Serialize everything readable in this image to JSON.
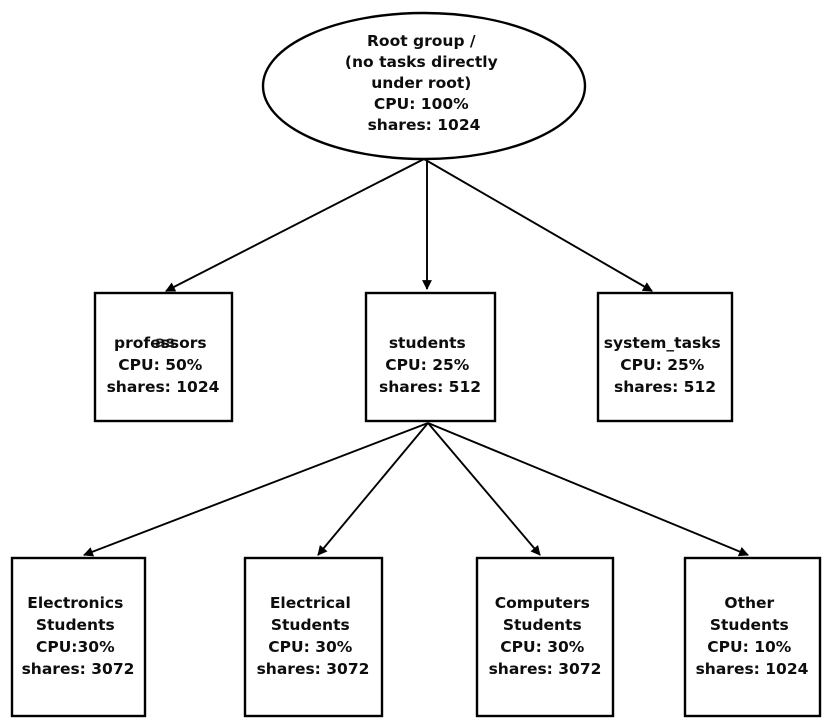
{
  "diagram": {
    "description": "cgroups CPU shares hierarchy tree",
    "colors": {
      "background": "#ffffff",
      "stroke": "#000000",
      "text": "#0d0d0d"
    },
    "nodes": {
      "root": {
        "shape": "ellipse",
        "lines": [
          "Root group /",
          "(no tasks directly",
          "under root)",
          "CPU: 100%",
          "shares: 1024"
        ]
      },
      "professors": {
        "shape": "box",
        "lines": [
          "professors",
          "CPU: 50%",
          "shares: 1024"
        ],
        "overlay_artifact": "as"
      },
      "students": {
        "shape": "box",
        "lines": [
          "students",
          "CPU: 25%",
          "shares: 512"
        ]
      },
      "system_tasks": {
        "shape": "box",
        "lines": [
          "system_tasks",
          "CPU: 25%",
          "shares: 512"
        ]
      },
      "electronics_students": {
        "shape": "box",
        "lines": [
          "Electronics",
          "Students",
          "CPU:30%",
          "shares: 3072"
        ]
      },
      "electrical_students": {
        "shape": "box",
        "lines": [
          "Electrical",
          "Students",
          "CPU: 30%",
          "shares: 3072"
        ]
      },
      "computers_students": {
        "shape": "box",
        "lines": [
          "Computers",
          "Students",
          "CPU: 30%",
          "shares: 3072"
        ]
      },
      "other_students": {
        "shape": "box",
        "lines": [
          "Other",
          "Students",
          "CPU: 10%",
          "shares: 1024"
        ]
      }
    },
    "edges": [
      {
        "from": "root",
        "to": "professors"
      },
      {
        "from": "root",
        "to": "students"
      },
      {
        "from": "root",
        "to": "system_tasks"
      },
      {
        "from": "students",
        "to": "electronics_students"
      },
      {
        "from": "students",
        "to": "electrical_students"
      },
      {
        "from": "students",
        "to": "computers_students"
      },
      {
        "from": "students",
        "to": "other_students"
      }
    ]
  }
}
